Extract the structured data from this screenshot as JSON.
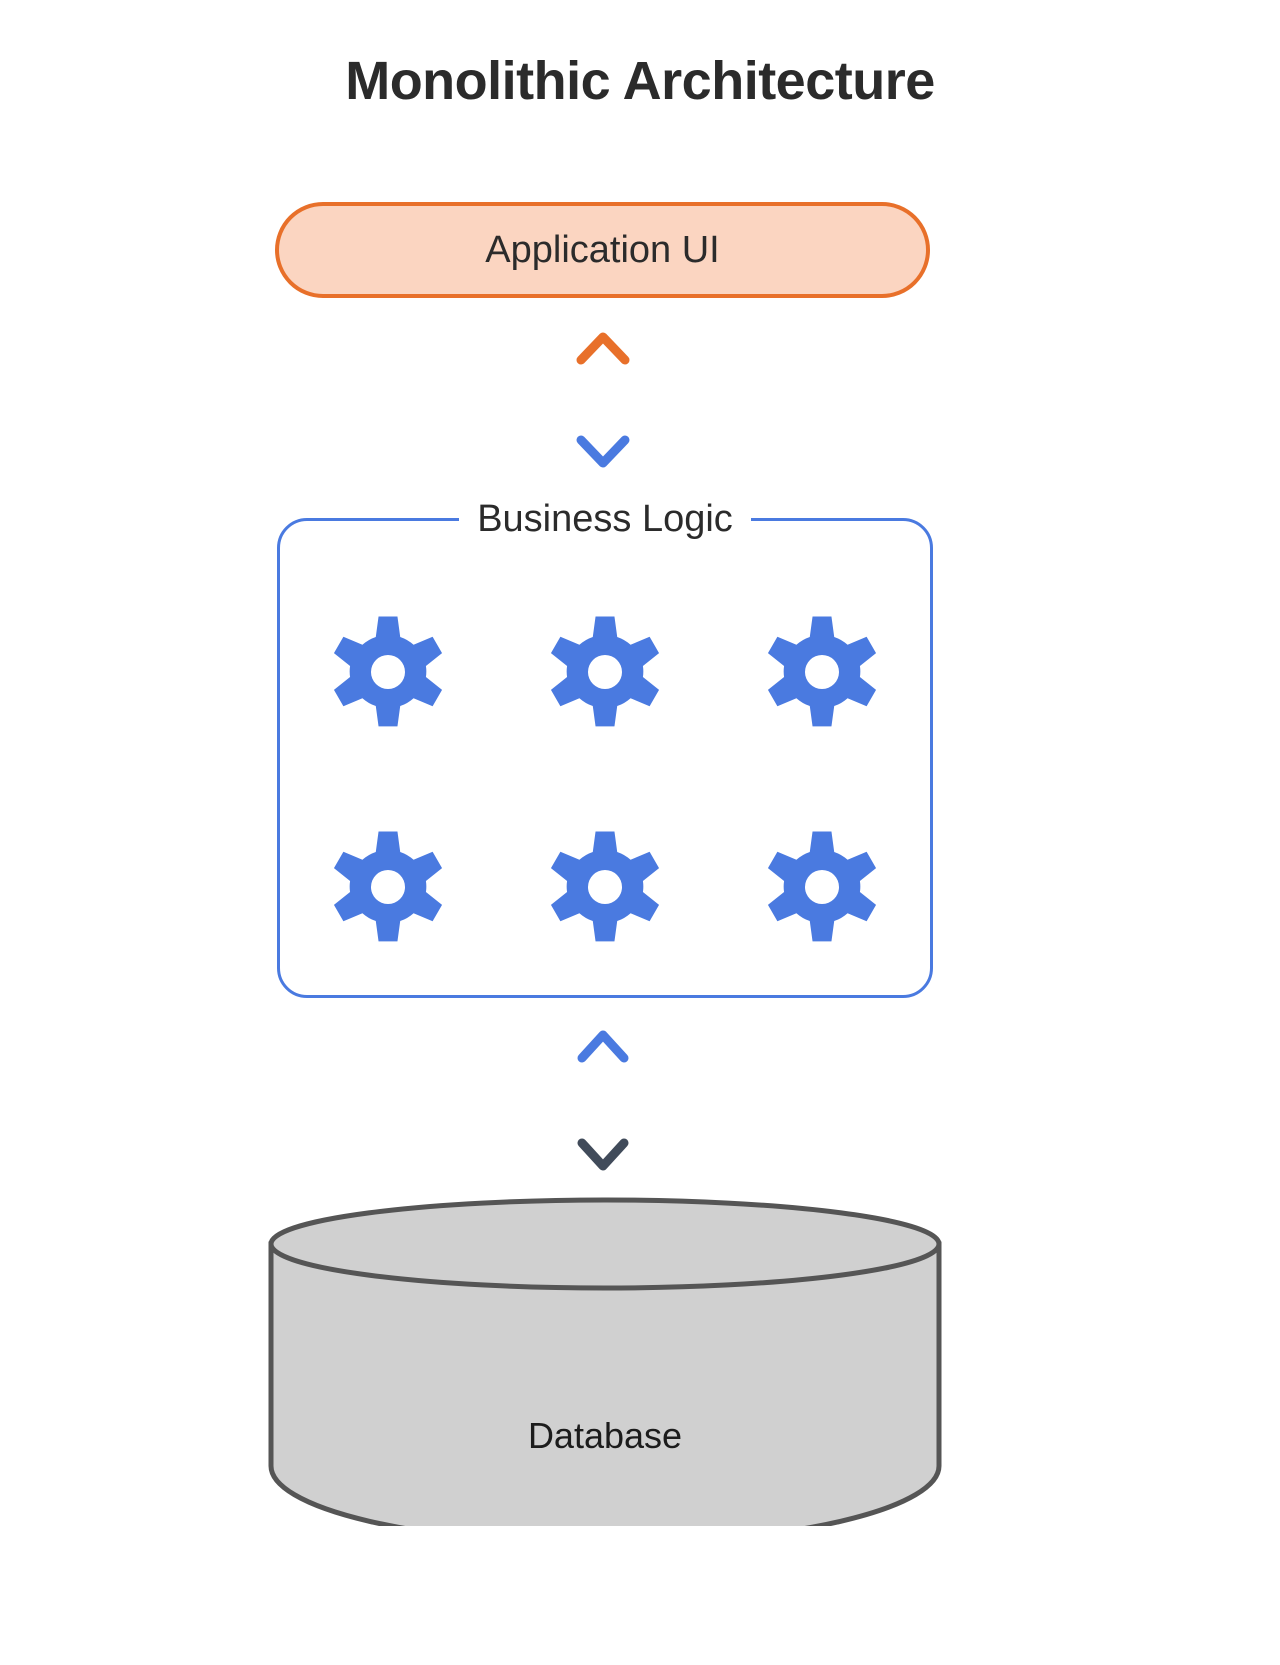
{
  "page": {
    "title": "Monolithic Architecture",
    "background_color": "#ffffff"
  },
  "diagram": {
    "type": "architecture-diagram",
    "nodes": [
      {
        "id": "application-ui",
        "label": "Application UI",
        "shape": "rounded-pill",
        "fill_color": "#fbd5c1",
        "border_color": "#e8702a",
        "text_color": "#2b2b2b"
      },
      {
        "id": "business-logic",
        "label": "Business Logic",
        "shape": "rounded-rectangle-fieldset",
        "fill_color": "#ffffff",
        "border_color": "#4a7ae0",
        "text_color": "#2b2b2b",
        "gear_count": 6,
        "gear_color": "#4a7ae0",
        "gear_teeth": 6,
        "gear_grid": {
          "columns": 3,
          "rows": 2
        },
        "gears": [
          {
            "id": "gear-1",
            "label": "gear"
          },
          {
            "id": "gear-2",
            "label": "gear"
          },
          {
            "id": "gear-3",
            "label": "gear"
          },
          {
            "id": "gear-4",
            "label": "gear"
          },
          {
            "id": "gear-5",
            "label": "gear"
          },
          {
            "id": "gear-6",
            "label": "gear"
          }
        ]
      },
      {
        "id": "database",
        "label": "Database",
        "shape": "cylinder",
        "fill_color": "#d0d0d0",
        "border_color": "#555555",
        "text_color": "#1c1c1c"
      }
    ],
    "connectors": [
      {
        "id": "ui-to-logic",
        "from": "application-ui",
        "to": "business-logic",
        "style": "double-headed-arrow",
        "gradient_from": "#e8702a",
        "gradient_to": "#4a7ae0"
      },
      {
        "id": "logic-to-database",
        "from": "business-logic",
        "to": "database",
        "style": "double-headed-arrow",
        "gradient_from": "#4a7ae0",
        "gradient_to": "#414b5a"
      }
    ]
  }
}
